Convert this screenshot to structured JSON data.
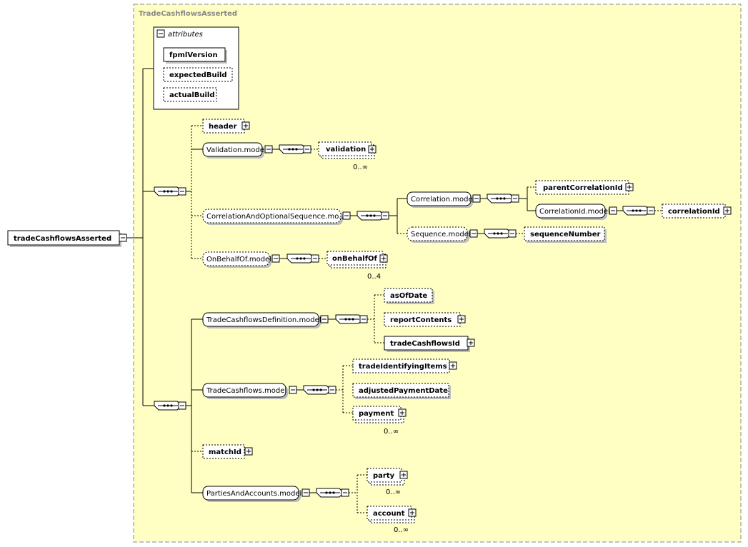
{
  "type_name": "TradeCashflowsAsserted",
  "root_element": "tradeCashflowsAsserted",
  "attributes": {
    "label": "attributes",
    "items": [
      "fpmlVersion",
      "expectedBuild",
      "actualBuild"
    ]
  },
  "elements": {
    "header": "header",
    "validation": "validation",
    "parentCorrelationId": "parentCorrelationId",
    "correlationId": "correlationId",
    "sequenceNumber": "sequenceNumber",
    "onBehalfOf": "onBehalfOf",
    "asOfDate": "asOfDate",
    "reportContents": "reportContents",
    "tradeCashflowsId": "tradeCashflowsId",
    "tradeIdentifyingItems": "tradeIdentifyingItems",
    "adjustedPaymentDate": "adjustedPaymentDate",
    "payment": "payment",
    "matchId": "matchId",
    "party": "party",
    "account": "account"
  },
  "groups": {
    "validation_model": "Validation.model",
    "correlation_seq": "CorrelationAndOptionalSequence.mo...",
    "correlation_model": "Correlation.model",
    "correlation_id_model": "CorrelationId.model",
    "sequence_model": "Sequence.model",
    "on_behalf_model": "OnBehalfOf.model",
    "definition_model": "TradeCashflowsDefinition.model",
    "trade_cashflows_model": "TradeCashflows.model",
    "parties_model": "PartiesAndAccounts.model"
  },
  "cardinalities": {
    "validation": "0..∞",
    "onBehalfOf": "0..4",
    "payment": "0..∞",
    "party": "0..∞",
    "account": "0..∞"
  },
  "colors": {
    "type_background": "#ffffc4",
    "border": "#888888",
    "shadow": "#bdbdbd"
  }
}
